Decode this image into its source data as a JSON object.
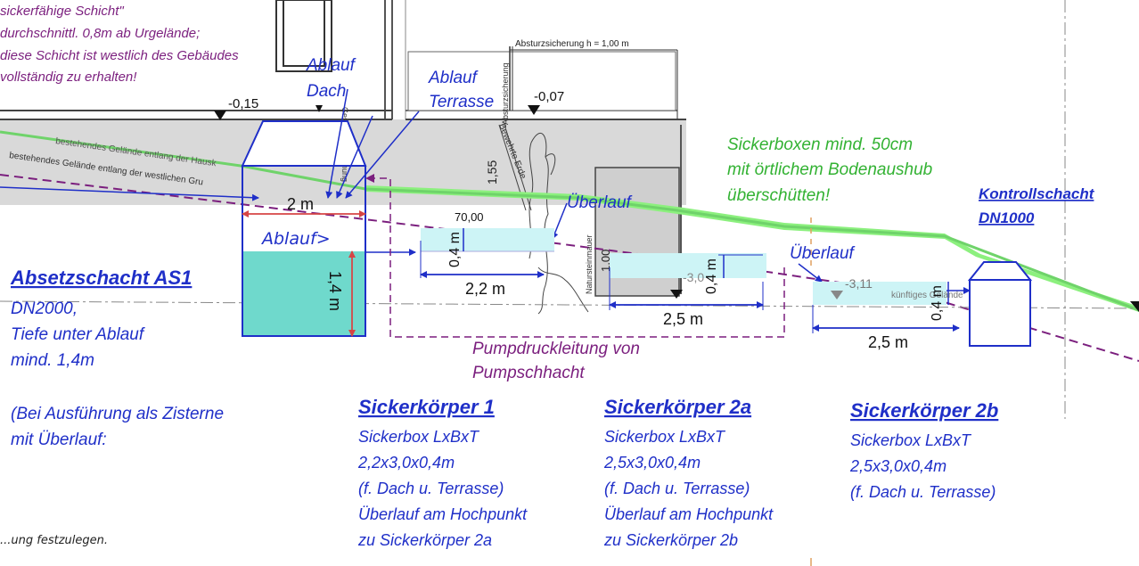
{
  "colors": {
    "blue": "#1f2fc8",
    "purple": "#7b1f7e",
    "green": "#6fd36a",
    "green_fill": "#8cf07e",
    "teal": "#6fd9cc",
    "cyan": "#cdf4f6",
    "ground_gray": "#d9d9d9"
  },
  "notes": {
    "top_left": [
      "sickerfähige Schicht\"",
      "durchschnittl. 0,8m ab Urgelände;",
      "diese Schicht ist westlich des Gebäudes",
      "vollständig zu erhalten!"
    ],
    "bottom_left": "...ung festzulegen."
  },
  "levels": {
    "l1": "-0,15",
    "l2": "-0,07",
    "l3": "-3,11",
    "l4": "70,00",
    "l5": "-3,0"
  },
  "drawing": {
    "absturz": "Absturzsicherung h = 1,00 m",
    "absturz_vertical": "Absturzsicherung",
    "gelaende1": "bestehendes Gelände entlang der Hausk",
    "gelaende2": "bestehendes Gelände entlang der westlichen Gru",
    "geschoss": "Geschoßberechnung",
    "erde": "Bewehrte Erde",
    "naturstein": "Natursteinmauer",
    "kuenftig": "künftiges Gelände",
    "dim_155": "1,55",
    "dim_100": "1,00"
  },
  "labels": {
    "ablauf_dach": [
      "Ablauf",
      "Dach"
    ],
    "ablauf_terrasse": [
      "Ablauf",
      "Terrasse"
    ],
    "ueberlauf1": "Überlauf",
    "ueberlauf2": "Überlauf",
    "ablauf_arrow": "Ablauf>",
    "sickerboxen_note": [
      "Sickerboxen mind. 50cm",
      "mit örtlichem Bodenaushub",
      "überschütten!"
    ],
    "pump": [
      "Pumpdruckleitung von",
      "Pumpschhacht"
    ]
  },
  "dimensions": {
    "as1_width": "2 m",
    "as1_depth": "1,4 m",
    "sk1_len": "2,2 m",
    "sk1_h": "0,4 m",
    "sk2a_len": "2,5 m",
    "sk2a_h": "0,4 m",
    "sk2b_len": "2,5 m",
    "sk2b_h": "0,4 m"
  },
  "kontroll": {
    "title": "Kontrollschacht",
    "sub": "DN1000"
  },
  "absetz": {
    "title": "Absetzschacht AS1",
    "lines": [
      "DN2000,",
      "Tiefe unter Ablauf",
      "mind. 1,4m"
    ],
    "note": [
      "(Bei Ausführung als Zisterne",
      "mit Überlauf:"
    ]
  },
  "sk1": {
    "title": "Sickerkörper 1",
    "lines": [
      "Sickerbox LxBxT",
      "2,2x3,0x0,4m",
      "(f. Dach u. Terrasse)",
      "Überlauf am Hochpunkt",
      "zu Sickerkörper 2a"
    ]
  },
  "sk2a": {
    "title": "Sickerkörper 2a",
    "lines": [
      "Sickerbox LxBxT",
      "2,5x3,0x0,4m",
      "(f. Dach u. Terrasse)",
      "Überlauf am Hochpunkt",
      "zu Sickerkörper 2b"
    ]
  },
  "sk2b": {
    "title": "Sickerkörper 2b",
    "lines": [
      "Sickerbox LxBxT",
      "2,5x3,0x0,4m",
      "(f. Dach u. Terrasse)"
    ]
  }
}
